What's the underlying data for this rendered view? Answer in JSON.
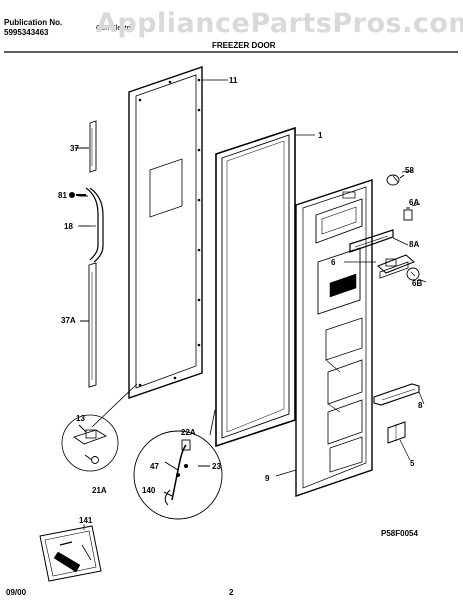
{
  "header": {
    "publication_label": "Publication No.",
    "publication_number": "5995343463",
    "model_family": "Gen Electric",
    "section_title": "FREEZER DOOR"
  },
  "watermark": "AppliancePartsPros.com",
  "drawing_code": "P58F0054",
  "footer": {
    "date": "09/00",
    "page": "2"
  },
  "parts": {
    "p1": "1",
    "p5": "5",
    "p6": "6",
    "p6A": "6A",
    "p6B": "6B",
    "p8": "8",
    "p8A": "8A",
    "p9": "9",
    "p11": "11",
    "p13": "13",
    "p18": "18",
    "p21A": "21A",
    "p22A": "22A",
    "p23": "23",
    "p37": "37",
    "p37A": "37A",
    "p47": "47",
    "p58": "58",
    "p81": "81",
    "p140": "140",
    "p141": "141"
  }
}
